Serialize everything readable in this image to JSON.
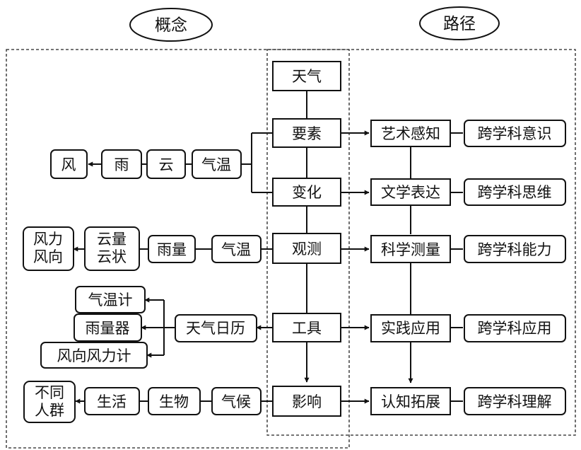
{
  "headers": {
    "concept": "概念",
    "path": "路径"
  },
  "center": [
    "天气",
    "要素",
    "变化",
    "观测",
    "工具",
    "影响"
  ],
  "path_col": [
    "艺术感知",
    "文学表达",
    "科学测量",
    "实践应用",
    "认知拓展"
  ],
  "cross_col": [
    "跨学科意识",
    "跨学科思维",
    "跨学科能力",
    "跨学科应用",
    "跨学科理解"
  ],
  "row1": [
    "气温",
    "云",
    "雨",
    "风"
  ],
  "row2": [
    "气温",
    "雨量",
    "云量\n云状",
    "风力\n风向"
  ],
  "tools": {
    "calendar": "天气日历",
    "items": [
      "气温计",
      "雨量器",
      "风向风力计"
    ]
  },
  "row3": [
    "气候",
    "生物",
    "生活",
    "不同\n人群"
  ]
}
